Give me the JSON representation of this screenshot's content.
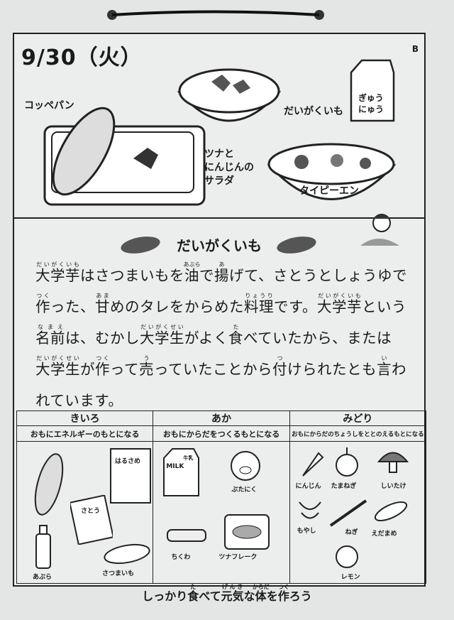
{
  "header": {
    "date": "9/30（火）",
    "corner_mark": "B"
  },
  "menu": {
    "bread": "コッペパン",
    "salad": "ツナと\nにんじんの\nサラダ",
    "daigakuimo": "だいがくいも",
    "milk": "ぎゅう\nにゅう",
    "soup": "タイピーエン"
  },
  "article": {
    "title": "だいがくいも",
    "segments": [
      {
        "t": "大学芋",
        "r": "だいがくいも"
      },
      {
        "t": "はさつまいもを"
      },
      {
        "t": "油",
        "r": "あぶら"
      },
      {
        "t": "で"
      },
      {
        "t": "揚",
        "r": "あ"
      },
      {
        "t": "げて、さとうとしょうゆで"
      },
      {
        "t": "作",
        "r": "つく"
      },
      {
        "t": "った、"
      },
      {
        "t": "甘",
        "r": "あま"
      },
      {
        "t": "めのタレをからめた"
      },
      {
        "t": "料理",
        "r": "りょうり"
      },
      {
        "t": "です。"
      },
      {
        "t": "大学芋",
        "r": "だいがくいも"
      },
      {
        "t": "という"
      },
      {
        "t": "名前",
        "r": "なまえ"
      },
      {
        "t": "は、むかし"
      },
      {
        "t": "大学生",
        "r": "だいがくせい"
      },
      {
        "t": "がよく"
      },
      {
        "t": "食",
        "r": "た"
      },
      {
        "t": "べていたから、または"
      },
      {
        "t": "大学生",
        "r": "だいがくせい"
      },
      {
        "t": "が"
      },
      {
        "t": "作",
        "r": "つく"
      },
      {
        "t": "って"
      },
      {
        "t": "売",
        "r": "う"
      },
      {
        "t": "っていたことから"
      },
      {
        "t": "付",
        "r": "つ"
      },
      {
        "t": "けられたとも"
      },
      {
        "t": "言",
        "r": "い"
      },
      {
        "t": "われています。"
      }
    ]
  },
  "groups": [
    {
      "name": "きいろ",
      "desc": "おもにエネルギーのもとになる",
      "items": [
        "あぶら",
        "さつまいも"
      ],
      "pkg": [
        "はるさめ",
        "さとう"
      ]
    },
    {
      "name": "あか",
      "desc": "おもにからだをつくるもとになる",
      "items": [
        "ぶたにく",
        "ちくわ",
        "ツナフレーク"
      ],
      "pkg": [
        "MILK",
        "牛乳"
      ]
    },
    {
      "name": "みどり",
      "desc": "おもにからだのちょうしをととのえるもとになる",
      "items": [
        "にんじん",
        "たまねぎ",
        "しいたけ",
        "もやし",
        "ねぎ",
        "えだまめ",
        "レモン"
      ]
    }
  ],
  "footer": {
    "segments": [
      {
        "t": "しっかり"
      },
      {
        "t": "食",
        "r": "た"
      },
      {
        "t": "べて"
      },
      {
        "t": "元気",
        "r": "げんき"
      },
      {
        "t": "な"
      },
      {
        "t": "体",
        "r": "からだ"
      },
      {
        "t": "を"
      },
      {
        "t": "作",
        "r": "つく"
      },
      {
        "t": "ろう"
      }
    ]
  }
}
